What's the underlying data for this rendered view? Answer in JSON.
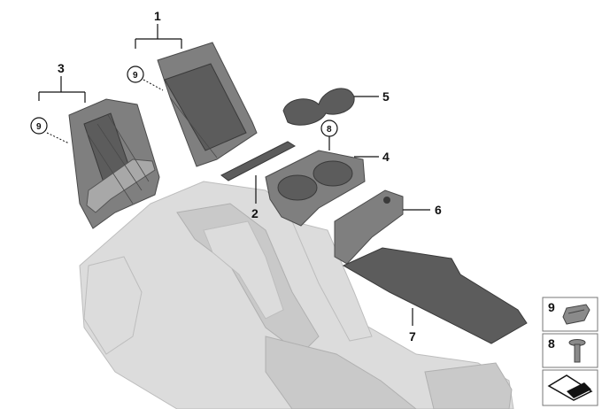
{
  "callouts": {
    "n1": "1",
    "n2": "2",
    "n3": "3",
    "n4": "4",
    "n5": "5",
    "n6": "6",
    "n7": "7",
    "c9a": "9",
    "c9b": "9",
    "c8": "8"
  },
  "legend": {
    "n9": "9",
    "n8": "8"
  }
}
